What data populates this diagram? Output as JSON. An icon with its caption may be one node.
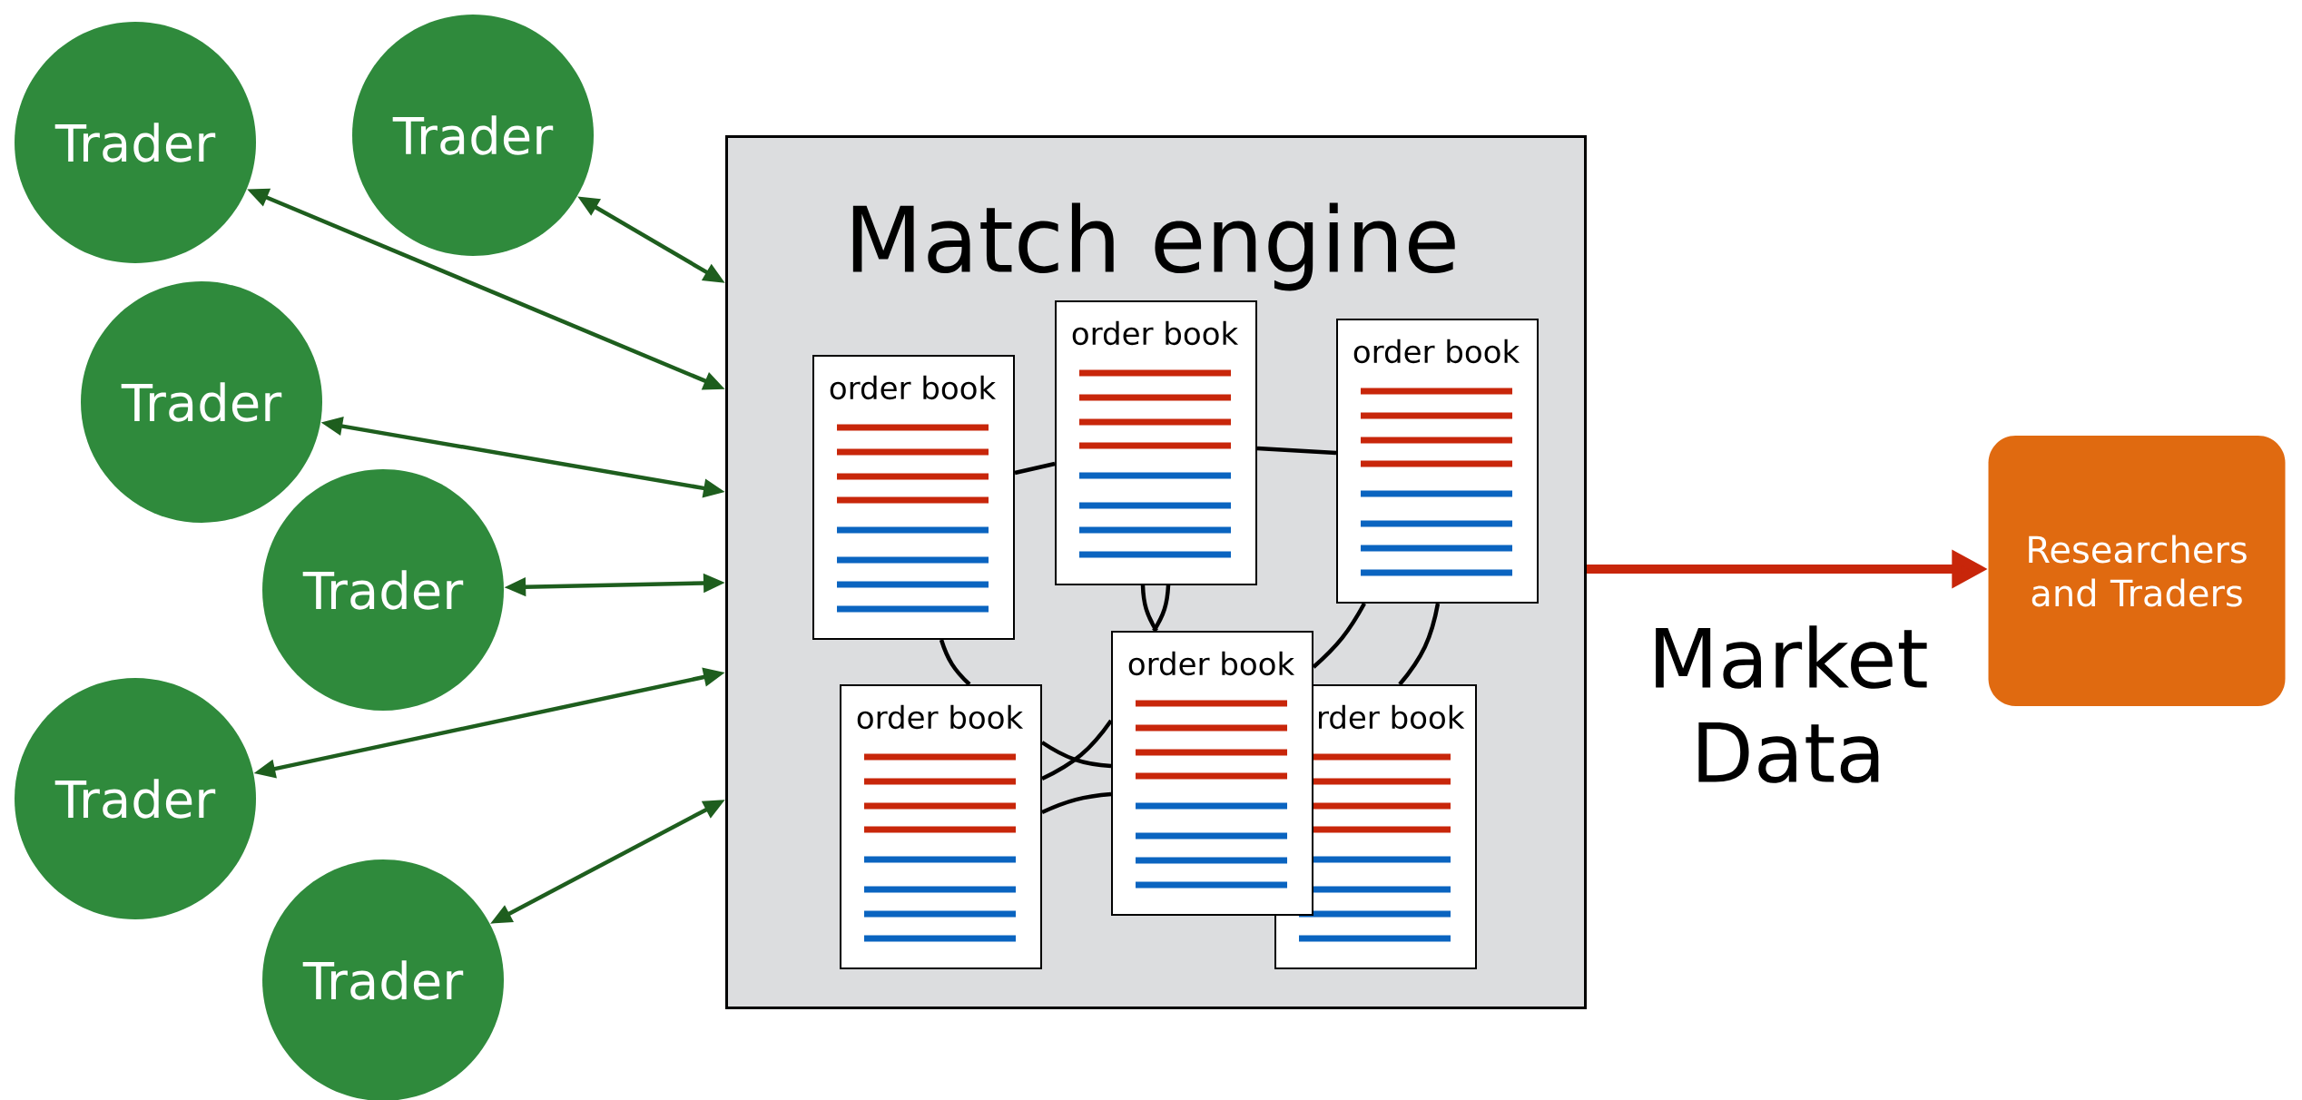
{
  "diagram": {
    "nodes": [
      {
        "text": [
          "Trader"
        ]
      },
      {
        "text": [
          "Trader"
        ]
      },
      {
        "text": [
          "Trader"
        ]
      },
      {
        "text": [
          "Trader"
        ]
      },
      {
        "text": [
          "Trader"
        ]
      },
      {
        "text": [
          "Trader"
        ]
      },
      {
        "text": [
          "Match engine"
        ]
      },
      {
        "text": [
          "order book"
        ],
        "in": 6
      },
      {
        "text": [
          "order book"
        ],
        "in": 6
      },
      {
        "text": [
          "order book"
        ],
        "in": 6
      },
      {
        "text": [
          "order book"
        ],
        "in": 6
      },
      {
        "text": [
          "order book"
        ],
        "in": 6
      },
      {
        "text": [
          "rder book"
        ],
        "in": 6
      },
      {
        "text": [
          "Researchers and Traders"
        ]
      }
    ],
    "edges": [
      {
        "from": 0,
        "to": 6,
        "arrow": "both",
        "color": "#1e5e1e"
      },
      {
        "from": 1,
        "to": 6,
        "arrow": "both",
        "color": "#1e5e1e"
      },
      {
        "from": 2,
        "to": 6,
        "arrow": "both",
        "color": "#1e5e1e"
      },
      {
        "from": 3,
        "to": 6,
        "arrow": "both",
        "color": "#1e5e1e"
      },
      {
        "from": 4,
        "to": 6,
        "arrow": "both",
        "color": "#1e5e1e"
      },
      {
        "from": 5,
        "to": 6,
        "arrow": "both",
        "color": "#1e5e1e"
      },
      {
        "from": 6,
        "to": 13,
        "arrow": "to",
        "label": "Market Data",
        "style": "thick",
        "color": "#c8260a"
      },
      {
        "from": 7,
        "to": 8,
        "arrow": "none"
      },
      {
        "from": 8,
        "to": 9,
        "arrow": "none"
      },
      {
        "from": 7,
        "to": 10,
        "arrow": "none"
      },
      {
        "from": 8,
        "to": 11,
        "arrow": "none"
      },
      {
        "from": 8,
        "to": 11,
        "arrow": "none"
      },
      {
        "from": 9,
        "to": 11,
        "arrow": "none"
      },
      {
        "from": 9,
        "to": 12,
        "arrow": "none"
      },
      {
        "from": 10,
        "to": 11,
        "arrow": "none"
      },
      {
        "from": 10,
        "to": 11,
        "arrow": "none"
      },
      {
        "from": 10,
        "to": 11,
        "arrow": "none"
      }
    ]
  }
}
